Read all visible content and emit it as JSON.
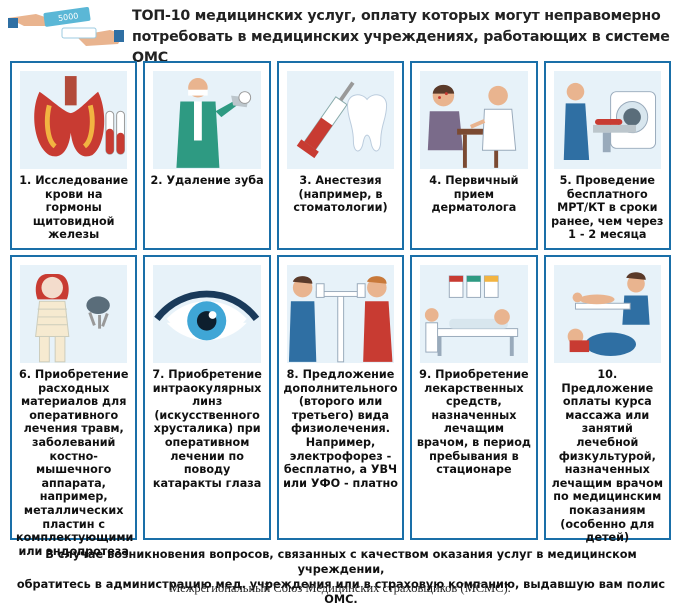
{
  "header": {
    "title_line1": "ТОП-10 медицинских услуг, оплату которых могут неправомерно",
    "title_line2": "потребовать в медицинских учреждениях, работающих в системе ОМС",
    "logo_bill_text": "5000"
  },
  "cards": [
    {
      "caption": "1. Исследование крови на гормоны щитовидной железы",
      "icon": "thyroid-test-tubes-icon"
    },
    {
      "caption": "2. Удаление зуба",
      "icon": "dentist-icon"
    },
    {
      "caption": "3. Анестезия (например, в стоматологии)",
      "icon": "syringe-tooth-icon"
    },
    {
      "caption": "4. Первичный прием дерматолога",
      "icon": "dermatologist-icon"
    },
    {
      "caption": "5. Проведение бесплатного МРТ/КТ в сроки ранее, чем через 1 - 2 месяца",
      "icon": "mri-scanner-icon"
    },
    {
      "caption": "6. Приобретение расходных материалов для оперативного лечения травм, заболеваний костно-мышечного аппарата, например, металлических пластин с комплектующими или эндопротеза",
      "icon": "bandaged-patient-icon"
    },
    {
      "caption": "7. Приобретение интраокулярных линз (искусственного хрусталика) при оперативном лечении по поводу катаракты глаза",
      "icon": "eye-icon"
    },
    {
      "caption": "8. Предложение дополнительного (второго или третьего) вида физиолечения. Например, электрофорез - бесплатно, а УВЧ или УФО - платно",
      "icon": "physiotherapy-icon"
    },
    {
      "caption": "9. Приобретение лекарственных средств, назначенных лечащим врачом, в период пребывания в стационаре",
      "icon": "hospital-bed-medicines-icon"
    },
    {
      "caption": "10. Предложение оплаты курса массажа или занятий лечебной физкультурой, назначенных лечащим врачом по медицинским показаниям (особенно для детей)",
      "icon": "massage-icon"
    }
  ],
  "footer": {
    "line1": "В случае возникновения вопросов, связанных с качеством оказания услуг в медицинском учреждении,",
    "line2": "обратитесь в администрацию мед. учреждения или в страховую компанию, выдавшую вам полис ОМС.",
    "credit": "Межрегиональный Союз Медицинских страховщиков (МСМС)."
  },
  "colors": {
    "frame": "#1a6fa8",
    "accent_red": "#c83b32",
    "pale_blue": "#e7f2f9"
  }
}
